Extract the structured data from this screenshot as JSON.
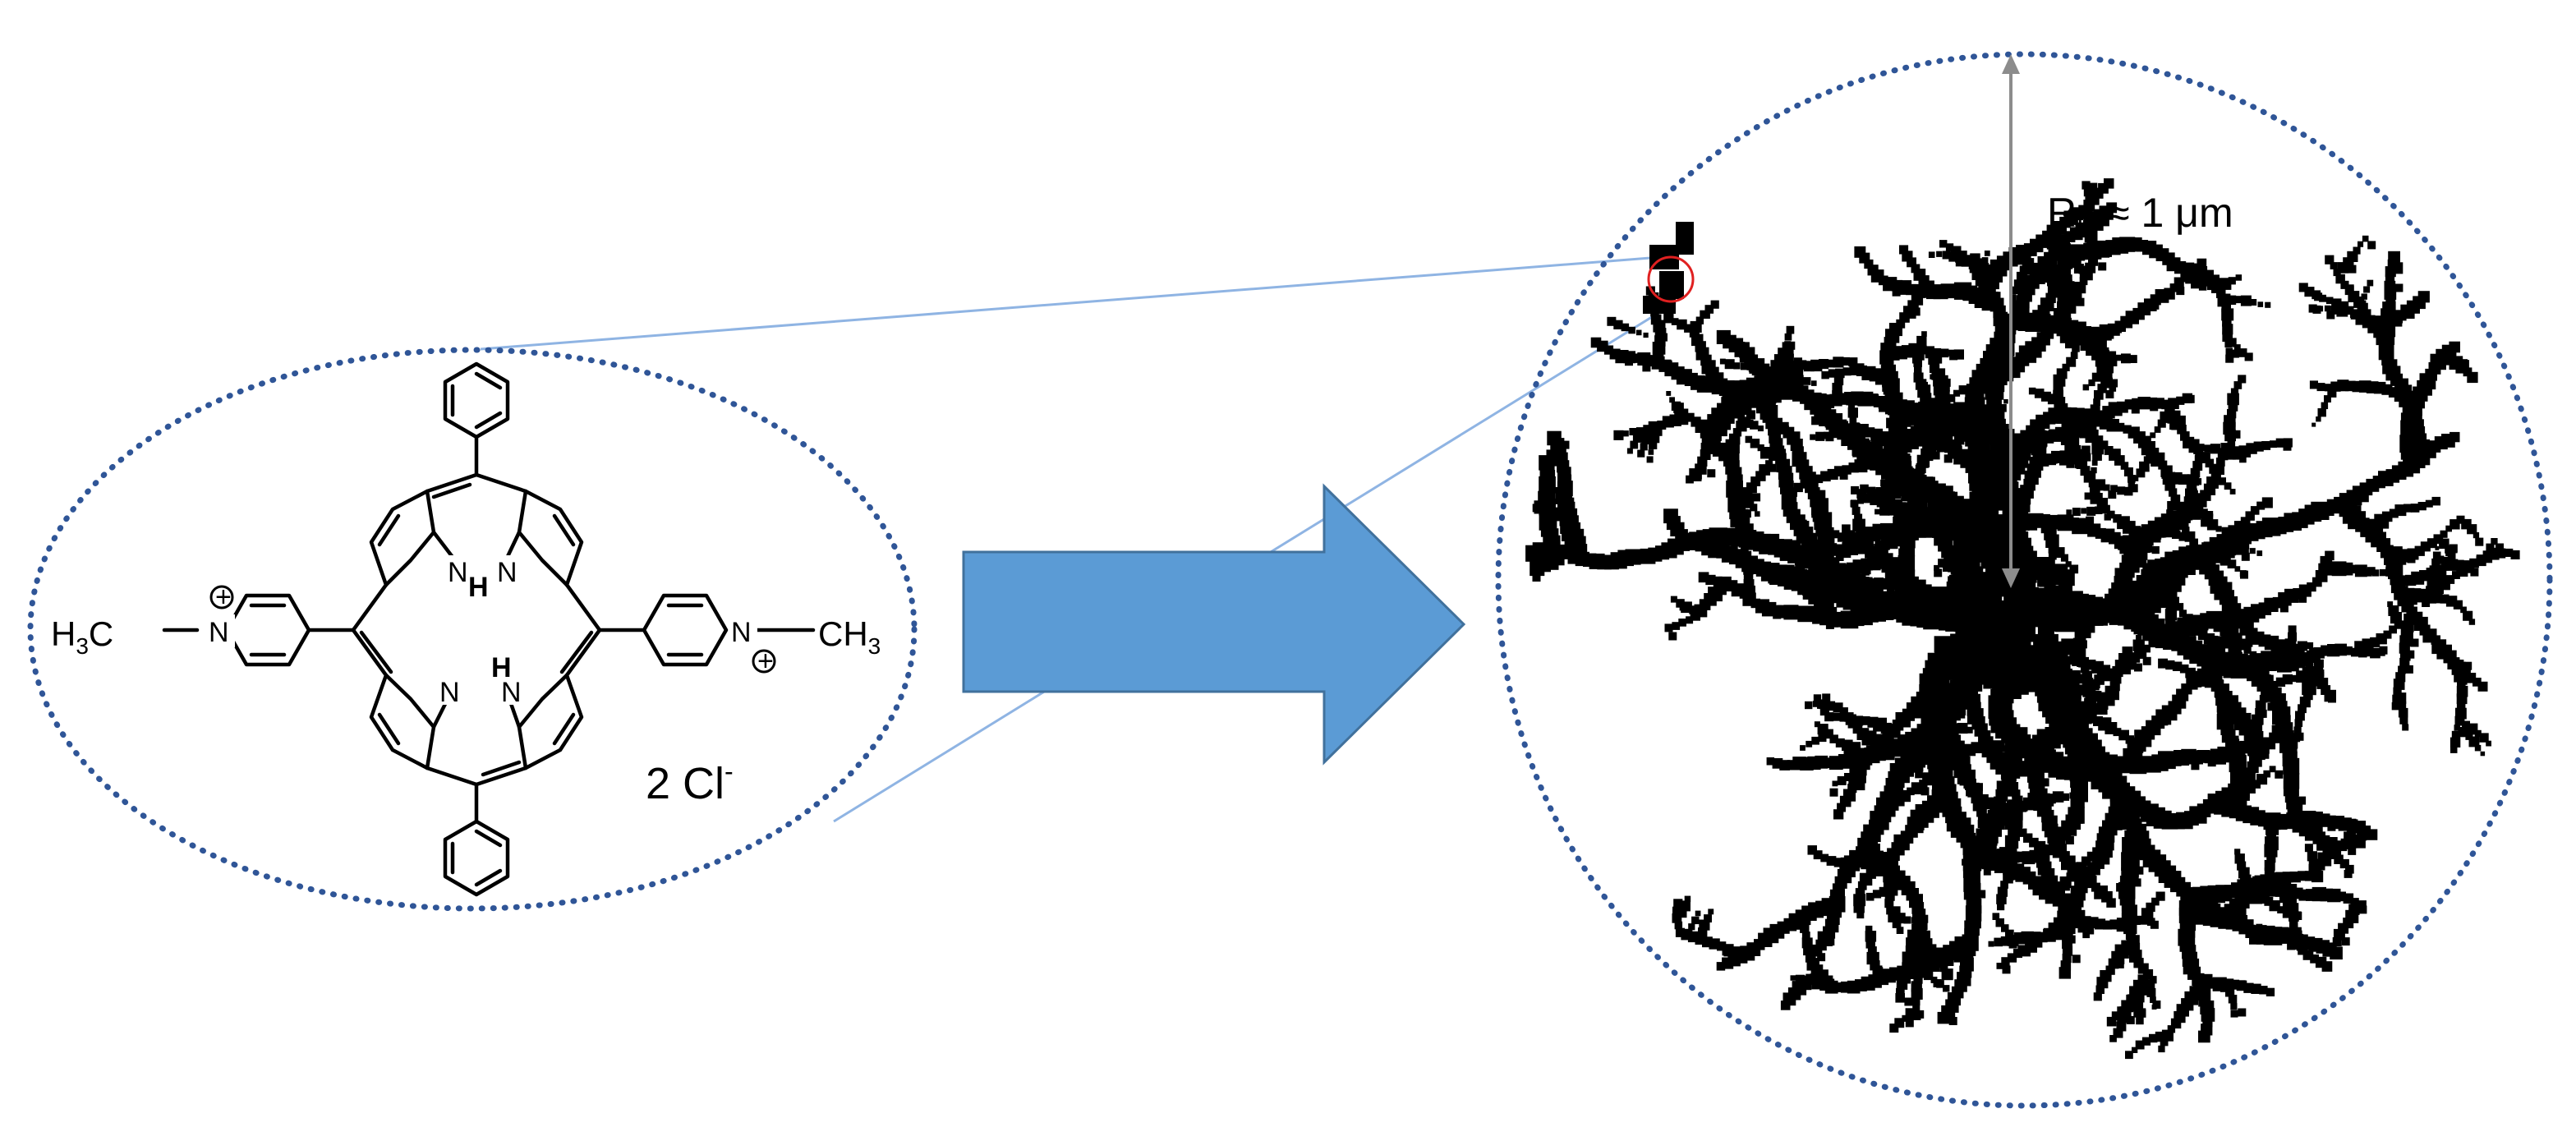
{
  "colors": {
    "dotted_outline": "#2f5597",
    "arrow_fill": "#5b9bd5",
    "arrow_stroke": "#41719c",
    "connector_line": "#8fb4e3",
    "highlight_circle": "#e02020",
    "radius_arrow": "#8c8c8c",
    "structure": "#000000"
  },
  "molecule": {
    "methyl_left": {
      "main": "H",
      "sub": "3",
      "tail": "C"
    },
    "methyl_right": {
      "main": "CH",
      "sub": "3"
    },
    "nitrogen": "N",
    "hydrogen": "H",
    "plus_sign": "+",
    "counterion": {
      "main": "2 Cl",
      "sup": "-"
    }
  },
  "aggregate": {
    "radius_label": {
      "main": "R",
      "sub": "H",
      "tail": " ≈ 1 μm"
    }
  },
  "icons": {
    "arrow": "block-right-arrow",
    "aggregate": "fractal-aggregate-icon"
  }
}
